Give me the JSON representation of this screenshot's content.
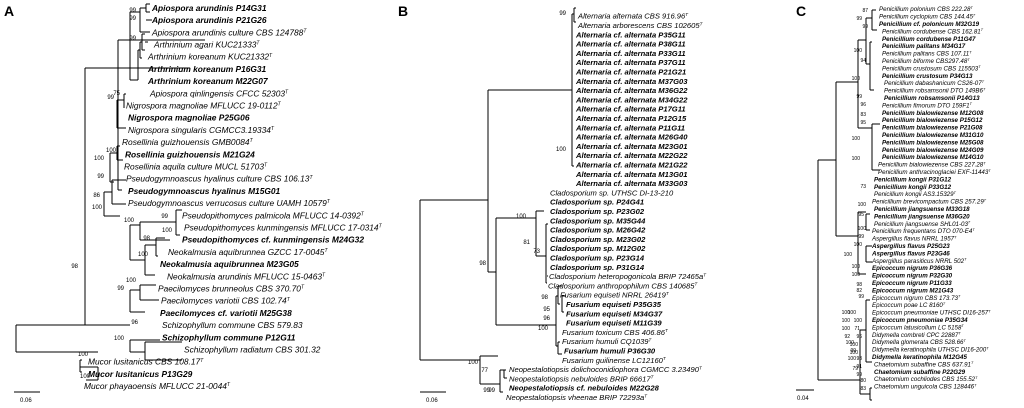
{
  "panels": [
    {
      "id": "A",
      "label": "A",
      "scale_label": "0.06",
      "taxa": [
        {
          "name": "Apiospora arundinis P14G31",
          "sup": "",
          "bold": true
        },
        {
          "name": "Apiospora arundinis P21G26",
          "sup": "",
          "bold": true
        },
        {
          "name": "Apiospora arundinis culture CBS 124788",
          "sup": "T",
          "bold": false
        },
        {
          "name": "Arthrinium agari KUC21333",
          "sup": "T",
          "bold": false
        },
        {
          "name": "Arthrinium koreanum KUC21332",
          "sup": "T",
          "bold": false
        },
        {
          "name": "Arthrinium koreanum P16G31",
          "sup": "",
          "bold": true
        },
        {
          "name": "Arthrinium koreanum M22G07",
          "sup": "",
          "bold": true
        },
        {
          "name": "Apiospora qinlingensis CFCC 52303",
          "sup": "T",
          "bold": false
        },
        {
          "name": "Nigrospora magnoliae MFLUCC 19-0112",
          "sup": "T",
          "bold": false
        },
        {
          "name": "Nigrospora magnoliae P25G06",
          "sup": "",
          "bold": true
        },
        {
          "name": "Nigrospora singularis CGMCC3.19334",
          "sup": "T",
          "bold": false
        },
        {
          "name": "Rosellinia guizhouensis GMB0084",
          "sup": "T",
          "bold": false
        },
        {
          "name": "Rosellinia guizhouensis M21G24",
          "sup": "",
          "bold": true
        },
        {
          "name": "Rosellinia aquila culture MUCL 51703",
          "sup": "T",
          "bold": false
        },
        {
          "name": "Pseudogymnoascus hyalinus culture CBS 106.13",
          "sup": "T",
          "bold": false
        },
        {
          "name": "Pseudogymnoascus hyalinus M15G01",
          "sup": "",
          "bold": true
        },
        {
          "name": "Pseudogymnoascus verrucosus culture UAMH 10579",
          "sup": "T",
          "bold": false
        },
        {
          "name": "Pseudopithomyces palmicola MFLUCC 14-0392",
          "sup": "T",
          "bold": false
        },
        {
          "name": "Pseudopithomyces kunmingensis MFLUCC 17-0314",
          "sup": "T",
          "bold": false
        },
        {
          "name": "Pseudopithomyces cf. kunmingensis M24G32",
          "sup": "",
          "bold": true
        },
        {
          "name": "Neokalmusia aquibrunnea GZCC 17-0045",
          "sup": "T",
          "bold": false
        },
        {
          "name": "Neokalmusia aquibrunnea M23G05",
          "sup": "",
          "bold": true
        },
        {
          "name": "Neokalmusia arundinis MFLUCC 15-0463",
          "sup": "T",
          "bold": false
        },
        {
          "name": "Paecilomyces brunneolus CBS 370.70",
          "sup": "T",
          "bold": false
        },
        {
          "name": "Paecilomyces variotii CBS 102.74",
          "sup": "T",
          "bold": false
        },
        {
          "name": "Paecilomyces cf. variotii M25G38",
          "sup": "",
          "bold": true
        },
        {
          "name": "Schizophyllum commune CBS 579.83",
          "sup": "",
          "bold": false
        },
        {
          "name": "Schizophyllum commune P12G11",
          "sup": "",
          "bold": true
        },
        {
          "name": "Schizophyllum radiatum CBS 301.32",
          "sup": "",
          "bold": false
        },
        {
          "name": "Mucor lusitanicus CBS 108.17",
          "sup": "T",
          "bold": false
        },
        {
          "name": "Mucor lusitanicus P13G29",
          "sup": "",
          "bold": true
        },
        {
          "name": "Mucor phayaoensis MFLUCC 21-0044",
          "sup": "T",
          "bold": false
        }
      ],
      "bootstraps": [
        "99",
        "99",
        "99",
        "75",
        "99",
        "100",
        "100",
        "99",
        "86",
        "100",
        "98",
        "100",
        "99",
        "100",
        "98",
        "100",
        "100",
        "99",
        "96",
        "100",
        "100",
        "100"
      ]
    },
    {
      "id": "B",
      "label": "B",
      "scale_label": "0.06",
      "taxa": [
        {
          "name": "Alternaria alternata CBS 916.96",
          "sup": "T",
          "bold": false
        },
        {
          "name": "Alternaria arborescens CBS 102605",
          "sup": "T",
          "bold": false
        },
        {
          "name": "Alternaria cf. alternata P35G11",
          "sup": "",
          "bold": true
        },
        {
          "name": "Alternaria cf. alternata P38G11",
          "sup": "",
          "bold": true
        },
        {
          "name": "Alternaria cf. alternata P33G11",
          "sup": "",
          "bold": true
        },
        {
          "name": "Alternaria cf. alternata P37G11",
          "sup": "",
          "bold": true
        },
        {
          "name": "Alternaria cf. alternata P21G21",
          "sup": "",
          "bold": true
        },
        {
          "name": "Alternaria cf. alternata M37G03",
          "sup": "",
          "bold": true
        },
        {
          "name": "Alternaria cf. alternata M36G22",
          "sup": "",
          "bold": true
        },
        {
          "name": "Alternaria cf. alternata M34G22",
          "sup": "",
          "bold": true
        },
        {
          "name": "Alternaria cf. alternata P17G11",
          "sup": "",
          "bold": true
        },
        {
          "name": "Alternaria cf. alternata P12G15",
          "sup": "",
          "bold": true
        },
        {
          "name": "Alternaria cf. alternata P11G11",
          "sup": "",
          "bold": true
        },
        {
          "name": "Alternaria cf. alternata M26G40",
          "sup": "",
          "bold": true
        },
        {
          "name": "Alternaria cf. alternata M23G01",
          "sup": "",
          "bold": true
        },
        {
          "name": "Alternaria cf. alternata M22G22",
          "sup": "",
          "bold": true
        },
        {
          "name": "Alternaria cf. alternata M21G22",
          "sup": "",
          "bold": true
        },
        {
          "name": "Alternaria cf. alternata M13G01",
          "sup": "",
          "bold": true
        },
        {
          "name": "Alternaria cf. alternata M33G03",
          "sup": "",
          "bold": true
        },
        {
          "name": "Cladosporium sp. UTHSC DI-13-210",
          "sup": "",
          "bold": false
        },
        {
          "name": "Cladosporium sp. P24G41",
          "sup": "",
          "bold": true
        },
        {
          "name": "Cladosporium sp. P23G02",
          "sup": "",
          "bold": true
        },
        {
          "name": "Cladosporium sp. M35G44",
          "sup": "",
          "bold": true
        },
        {
          "name": "Cladosporium sp. M26G42",
          "sup": "",
          "bold": true
        },
        {
          "name": "Cladosporium sp. M23G02",
          "sup": "",
          "bold": true
        },
        {
          "name": "Cladosporium sp. M12G02",
          "sup": "",
          "bold": true
        },
        {
          "name": "Cladosporium sp. P23G14",
          "sup": "",
          "bold": true
        },
        {
          "name": "Cladosporium sp. P31G14",
          "sup": "",
          "bold": true
        },
        {
          "name": "Cladosporium heteropogonicola BRIP 72465a",
          "sup": "T",
          "bold": false
        },
        {
          "name": "Cladosporium anthropophilum CBS 140685",
          "sup": "T",
          "bold": false
        },
        {
          "name": "Fusarium equiseti NRRL 26419",
          "sup": "T",
          "bold": false
        },
        {
          "name": "Fusarium equiseti P35G35",
          "sup": "",
          "bold": true
        },
        {
          "name": "Fusarium equiseti M34G37",
          "sup": "",
          "bold": true
        },
        {
          "name": "Fusarium equiseti M11G39",
          "sup": "",
          "bold": true
        },
        {
          "name": "Fusarium toxicum CBS 406.86",
          "sup": "T",
          "bold": false
        },
        {
          "name": "Fusarium humuli CQ1039",
          "sup": "T",
          "bold": false
        },
        {
          "name": "Fusarium humuli P36G30",
          "sup": "",
          "bold": true
        },
        {
          "name": "Fusarium guilinense LC12160",
          "sup": "T",
          "bold": false
        },
        {
          "name": "Neopestalotiopsis dolichoconidiophora CGMCC 3.23490",
          "sup": "T",
          "bold": false
        },
        {
          "name": "Neopestalotiopsis nebuloides BRIP 66617",
          "sup": "T",
          "bold": false
        },
        {
          "name": "Neopestalotiopsis cf. nebuloides M22G28",
          "sup": "",
          "bold": true
        },
        {
          "name": "Neopestalotiopsis vheenae BRIP 72293a",
          "sup": "T",
          "bold": false
        }
      ],
      "bootstraps": [
        "99",
        "100",
        "100",
        "81",
        "73",
        "98",
        "98",
        "95",
        "96",
        "100",
        "100",
        "77",
        "99",
        "99"
      ]
    },
    {
      "id": "C",
      "label": "C",
      "scale_label": "0.04",
      "taxa": [
        {
          "name": "Penicillium polonium CBS 222.28",
          "sup": "T",
          "bold": false
        },
        {
          "name": "Penicillium cyclopium CBS 144.45",
          "sup": "T",
          "bold": false
        },
        {
          "name": "Penicillium cf. polonicum M32G19",
          "sup": "",
          "bold": true
        },
        {
          "name": "Penicillium cordubense CBS 162.81",
          "sup": "T",
          "bold": false
        },
        {
          "name": "Penicillium cordubense P11G47",
          "sup": "",
          "bold": true
        },
        {
          "name": "Penicillium palitans M34G17",
          "sup": "",
          "bold": true
        },
        {
          "name": "Penicillium palitans CBS 107.11",
          "sup": "T",
          "bold": false
        },
        {
          "name": "Penicillium biforme CBS297.48",
          "sup": "T",
          "bold": false
        },
        {
          "name": "Penicillium crustosum CBS 115503",
          "sup": "T",
          "bold": false
        },
        {
          "name": "Penicillium crustosum P34G13",
          "sup": "",
          "bold": true
        },
        {
          "name": "Penicillium dabashanicum CS26-07",
          "sup": "T",
          "bold": false
        },
        {
          "name": "Penicillium robsamsonii DTO 149B6",
          "sup": "T",
          "bold": false
        },
        {
          "name": "Penicillium robsamsonii P14G13",
          "sup": "",
          "bold": true
        },
        {
          "name": "Penicillium fimorum DTO 159F1",
          "sup": "T",
          "bold": false
        },
        {
          "name": "Penicillium bialowiezense M12G08",
          "sup": "",
          "bold": true
        },
        {
          "name": "Penicillium bialowiezense P15G12",
          "sup": "",
          "bold": true
        },
        {
          "name": "Penicillium bialowiezense P21G08",
          "sup": "",
          "bold": true
        },
        {
          "name": "Penicillium bialowiezense M31G10",
          "sup": "",
          "bold": true
        },
        {
          "name": "Penicillium bialowiezense M25G08",
          "sup": "",
          "bold": true
        },
        {
          "name": "Penicillium bialowiezense M24G09",
          "sup": "",
          "bold": true
        },
        {
          "name": "Penicillium bialowiezense M14G10",
          "sup": "",
          "bold": true
        },
        {
          "name": "Penicillium bialowiezense CBS 227.28",
          "sup": "T",
          "bold": false
        },
        {
          "name": "Penicillium anthracinoglaciei EXF-11443",
          "sup": "T",
          "bold": false
        },
        {
          "name": "Penicillium kongii P31G12",
          "sup": "",
          "bold": true
        },
        {
          "name": "Penicillium kongii P33G12",
          "sup": "",
          "bold": true
        },
        {
          "name": "Penicillium kongii AS3.15329",
          "sup": "T",
          "bold": false
        },
        {
          "name": "Penicillium brevicompactum CBS 257.29",
          "sup": "T",
          "bold": false
        },
        {
          "name": "Penicillium jiangsuense M33G18",
          "sup": "",
          "bold": true
        },
        {
          "name": "Penicillium jiangsuense M36G20",
          "sup": "",
          "bold": true
        },
        {
          "name": "Penicillium jiangsuense SHL01-03",
          "sup": "T",
          "bold": false
        },
        {
          "name": "Penicillium frequentans DTO 070-E4",
          "sup": "T",
          "bold": false
        },
        {
          "name": "Aspergillus flavus NRRL 1957",
          "sup": "T",
          "bold": false
        },
        {
          "name": "Aspergillus flavus P25G23",
          "sup": "",
          "bold": true
        },
        {
          "name": "Aspergillus flavus P23G46",
          "sup": "",
          "bold": true
        },
        {
          "name": "Aspergillus parasiticus NRRL 502",
          "sup": "T",
          "bold": false
        },
        {
          "name": "Epicoccum nigrum P36G36",
          "sup": "",
          "bold": true
        },
        {
          "name": "Epicoccum nigrum P32G30",
          "sup": "",
          "bold": true
        },
        {
          "name": "Epicoccum nigrum P11G33",
          "sup": "",
          "bold": true
        },
        {
          "name": "Epicoccum nigrum M21G43",
          "sup": "",
          "bold": true
        },
        {
          "name": "Epicoccum nigrum CBS 173.73",
          "sup": "T",
          "bold": false
        },
        {
          "name": "Epicoccum poae LC 8160",
          "sup": "T",
          "bold": false
        },
        {
          "name": "Epicoccum pneumoniae UTHSC DI16-257",
          "sup": "T",
          "bold": false
        },
        {
          "name": "Epicoccum pneumoniae P35G34",
          "sup": "",
          "bold": true
        },
        {
          "name": "Epicoccum latusicollum LC 5158",
          "sup": "T",
          "bold": false
        },
        {
          "name": "Didymella combreti CPC 22887",
          "sup": "T",
          "bold": false
        },
        {
          "name": "Didymella glomerata CBS 528.66",
          "sup": "T",
          "bold": false
        },
        {
          "name": "Didymella keratinophila UTHSC DI16-200",
          "sup": "T",
          "bold": false
        },
        {
          "name": "Didymella keratinophila M12G45",
          "sup": "",
          "bold": true
        },
        {
          "name": "Chaetomium subaffine CBS 637.91",
          "sup": "T",
          "bold": false
        },
        {
          "name": "Chaetomium subaffine P22G29",
          "sup": "",
          "bold": true
        },
        {
          "name": "Chaetomium cochliodes CBS 155.52",
          "sup": "T",
          "bold": false
        },
        {
          "name": "Chaetomium unguicola CBS 128446",
          "sup": "T",
          "bold": false
        }
      ],
      "bootstraps": [
        "87",
        "99",
        "99",
        "100",
        "94",
        "100",
        "99",
        "96",
        "83",
        "95",
        "100",
        "100",
        "73",
        "100",
        "95",
        "100",
        "99",
        "100",
        "100",
        "100",
        "100",
        "98",
        "82",
        "99",
        "100",
        "100",
        "71",
        "96",
        "100",
        "100",
        "93",
        "91",
        "99",
        "80",
        "83",
        "79",
        "100",
        "99",
        "100",
        "92",
        "100",
        "100",
        "100"
      ]
    }
  ]
}
